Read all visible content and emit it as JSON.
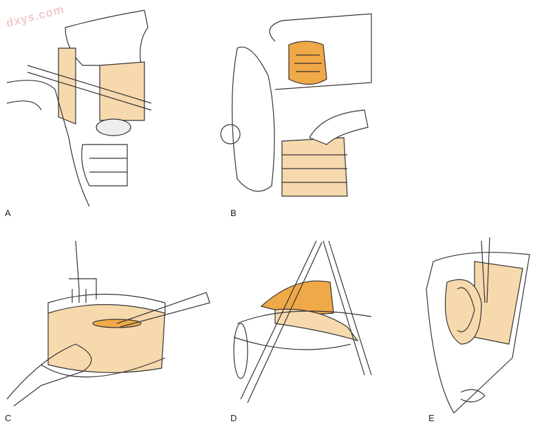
{
  "watermark": "dxys.com",
  "panels": [
    {
      "label": "A"
    },
    {
      "label": "B"
    },
    {
      "label": "C"
    },
    {
      "label": "D"
    },
    {
      "label": "E"
    }
  ],
  "colors": {
    "tissue": "#f6d9ad",
    "tissue_dark": "#f0a948",
    "line": "#333333"
  }
}
